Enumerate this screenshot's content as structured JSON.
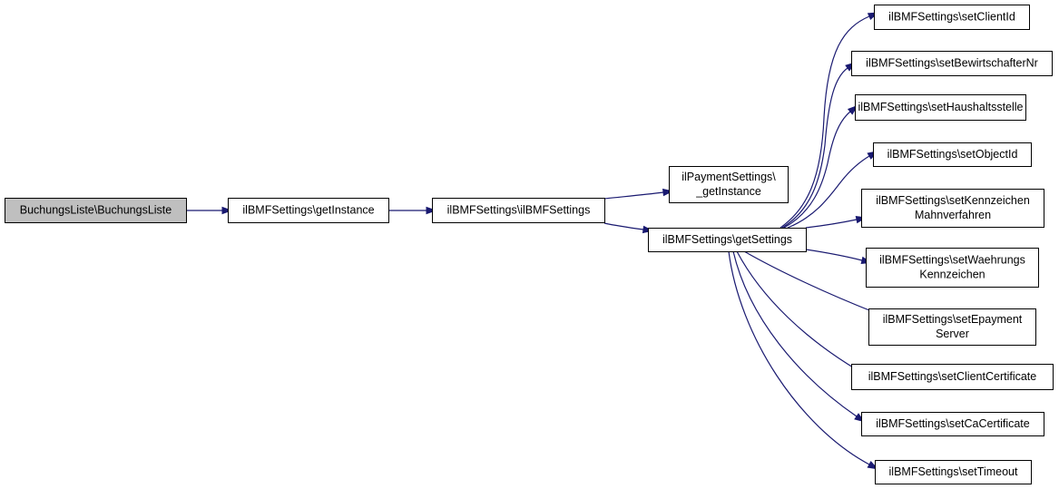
{
  "diagram": {
    "colors": {
      "edge": "#191970",
      "root_fill": "#bfbfbf",
      "node_fill": "#ffffff",
      "border": "#000000"
    },
    "nodes": [
      {
        "id": "buchungsliste",
        "lines": [
          "BuchungsListe\\BuchungsListe"
        ],
        "root": true
      },
      {
        "id": "getinstance",
        "lines": [
          "ilBMFSettings\\getInstance"
        ]
      },
      {
        "id": "ilbmfsettings",
        "lines": [
          "ilBMFSettings\\ilBMFSettings"
        ]
      },
      {
        "id": "paymentsettings",
        "lines": [
          "ilPaymentSettings\\",
          "_getInstance"
        ]
      },
      {
        "id": "getsettings",
        "lines": [
          "ilBMFSettings\\getSettings"
        ]
      },
      {
        "id": "setclientid",
        "lines": [
          "ilBMFSettings\\setClientId"
        ]
      },
      {
        "id": "setbewirtschafternr",
        "lines": [
          "ilBMFSettings\\setBewirtschafterNr"
        ]
      },
      {
        "id": "sethaushaltsstelle",
        "lines": [
          "ilBMFSettings\\setHaushaltsstelle"
        ]
      },
      {
        "id": "setobjectid",
        "lines": [
          "ilBMFSettings\\setObjectId"
        ]
      },
      {
        "id": "setkennzeichen",
        "lines": [
          "ilBMFSettings\\setKennzeichen",
          "Mahnverfahren"
        ]
      },
      {
        "id": "setwaehrungs",
        "lines": [
          "ilBMFSettings\\setWaehrungs",
          "Kennzeichen"
        ]
      },
      {
        "id": "setepayment",
        "lines": [
          "ilBMFSettings\\setEpayment",
          "Server"
        ]
      },
      {
        "id": "setclientcertificate",
        "lines": [
          "ilBMFSettings\\setClientCertificate"
        ]
      },
      {
        "id": "setcacertificate",
        "lines": [
          "ilBMFSettings\\setCaCertificate"
        ]
      },
      {
        "id": "settimeout",
        "lines": [
          "ilBMFSettings\\setTimeout"
        ]
      }
    ],
    "edges": [
      {
        "from": "buchungsliste",
        "to": "getinstance"
      },
      {
        "from": "getinstance",
        "to": "ilbmfsettings"
      },
      {
        "from": "ilbmfsettings",
        "to": "paymentsettings"
      },
      {
        "from": "ilbmfsettings",
        "to": "getsettings"
      },
      {
        "from": "getsettings",
        "to": "setclientid"
      },
      {
        "from": "getsettings",
        "to": "setbewirtschafternr"
      },
      {
        "from": "getsettings",
        "to": "sethaushaltsstelle"
      },
      {
        "from": "getsettings",
        "to": "setobjectid"
      },
      {
        "from": "getsettings",
        "to": "setkennzeichen"
      },
      {
        "from": "getsettings",
        "to": "setwaehrungs"
      },
      {
        "from": "getsettings",
        "to": "setepayment"
      },
      {
        "from": "getsettings",
        "to": "setclientcertificate"
      },
      {
        "from": "getsettings",
        "to": "setcacertificate"
      },
      {
        "from": "getsettings",
        "to": "settimeout"
      }
    ]
  }
}
